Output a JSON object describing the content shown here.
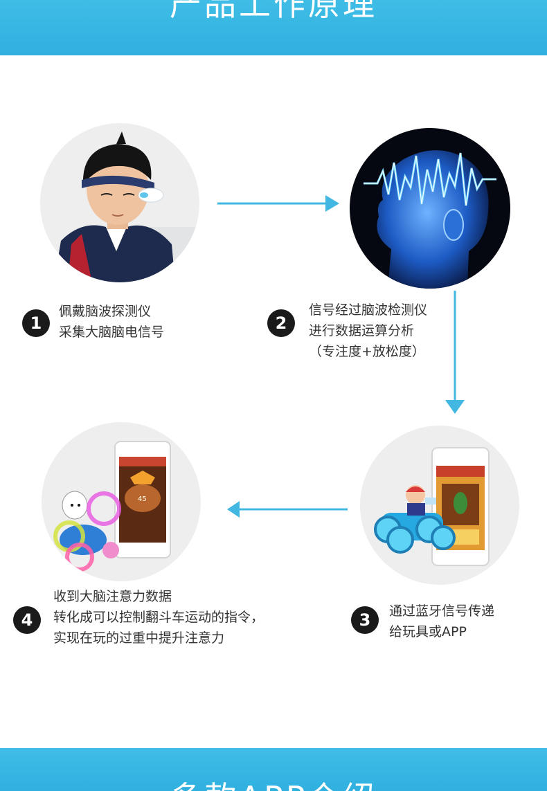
{
  "header": {
    "title": "产品工作原理"
  },
  "footer": {
    "title": "多款APP介绍"
  },
  "steps": [
    {
      "number": "1",
      "lines": [
        "佩戴脑波探测仪",
        "采集大脑脑电信号"
      ]
    },
    {
      "number": "2",
      "lines": [
        "信号经过脑波检测仪",
        "进行数据运算分析",
        "（专注度+放松度）"
      ]
    },
    {
      "number": "3",
      "lines": [
        "通过蓝牙信号传递",
        "给玩具或APP"
      ]
    },
    {
      "number": "4",
      "lines": [
        "收到大脑注意力数据",
        "转化成可以控制翻斗车运动的指令，",
        "实现在玩的过重中提升注意力"
      ]
    }
  ],
  "colors": {
    "accent": "#3cb8e4",
    "arrow": "#41b7e2",
    "badge": "#1a1a1a"
  },
  "icons": [
    "arrow-right-icon",
    "arrow-down-icon",
    "arrow-left-icon"
  ]
}
